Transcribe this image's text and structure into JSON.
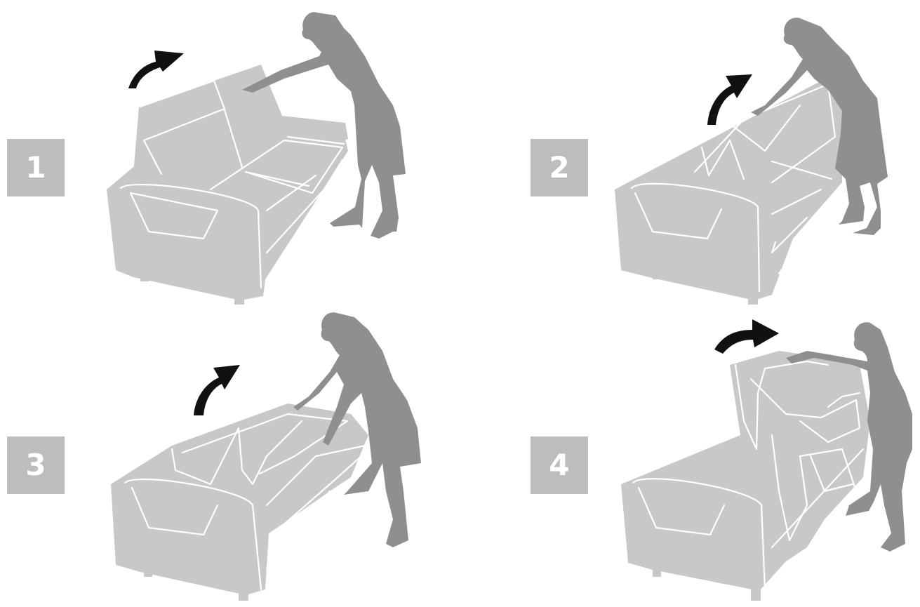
{
  "steps": [
    {
      "number": "1"
    },
    {
      "number": "2"
    },
    {
      "number": "3"
    },
    {
      "number": "4"
    }
  ],
  "colors": {
    "badge": "#bdbdbd",
    "sofa": "#c8c8c8",
    "person": "#8f8f8f",
    "arrow": "#111111"
  },
  "icons": [
    "curved-arrow-icon",
    "person-silhouette",
    "sofa-bed-illustration"
  ]
}
